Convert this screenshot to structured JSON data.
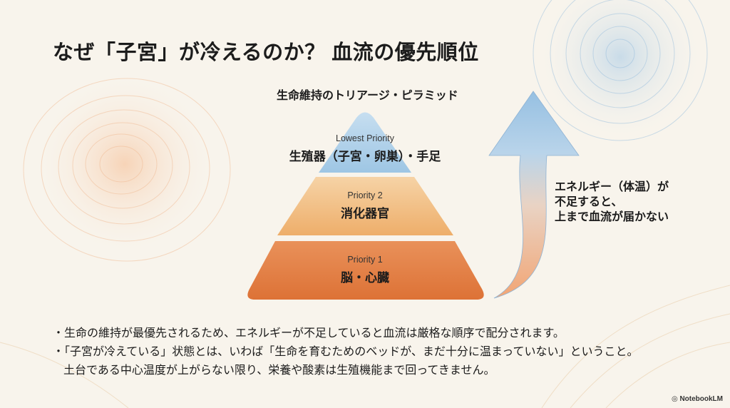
{
  "title": "なぜ「子宮」が冷えるのか？ 血流の優先順位",
  "diagram": {
    "subtitle": "生命維持のトリアージ・ピラミッド",
    "tiers": [
      {
        "en": "Lowest Priority",
        "jp": "生殖器（子宮・卵巣）・手足",
        "color": "#a9cde6"
      },
      {
        "en": "Priority 2",
        "jp": "消化器官",
        "color": "#f0b877"
      },
      {
        "en": "Priority 1",
        "jp": "脳・心臓",
        "color": "#e07a3e"
      }
    ],
    "arrow_note": [
      "エネルギー（体温）が",
      "不足すると、",
      "上まで血流が届かない"
    ]
  },
  "bullets": [
    "・生命の維持が最優先されるため、エネルギーが不足していると血流は厳格な順序で配分されます。",
    "・「子宮が冷えている」状態とは、いわば「生命を育むためのベッドが、まだ十分に温まっていない」ということ。",
    "土台である中心温度が上がらない限り、栄養や酸素は生殖機能まで回ってきません。"
  ],
  "brand": "NotebookLM"
}
